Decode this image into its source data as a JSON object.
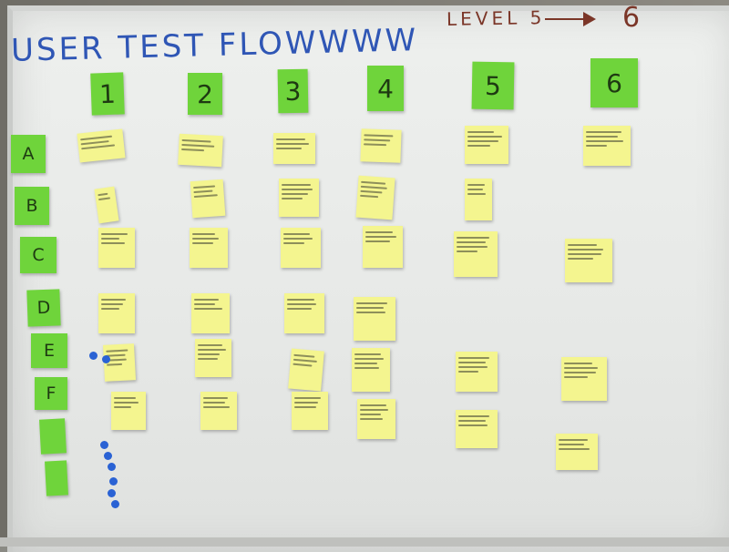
{
  "board": {
    "title": "USER TEST FLOWWWW",
    "level_text": "LEVEL 5",
    "level_target": "6"
  },
  "columns": [
    "1",
    "2",
    "3",
    "4",
    "5",
    "6"
  ],
  "rows": [
    "A",
    "B",
    "C",
    "D",
    "E",
    "F"
  ],
  "colors": {
    "green_note": "#6fd43b",
    "yellow_note": "#f4f58f",
    "marker_blue": "#2f56b5",
    "marker_red": "#7b3628"
  }
}
